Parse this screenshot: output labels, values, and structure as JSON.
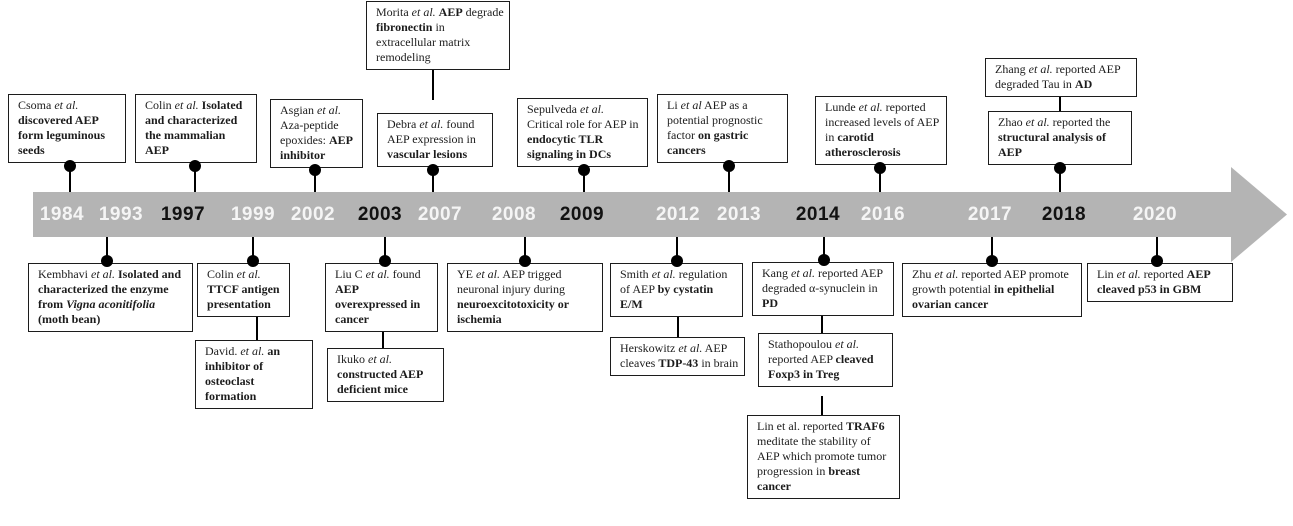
{
  "timeline": {
    "band_color": "#b4b4b4",
    "years": [
      {
        "label": "1984",
        "tone": "light"
      },
      {
        "label": "1993",
        "tone": "light"
      },
      {
        "label": "1997",
        "tone": "dark"
      },
      {
        "label": "1999",
        "tone": "light"
      },
      {
        "label": "2002",
        "tone": "light"
      },
      {
        "label": "2003",
        "tone": "dark"
      },
      {
        "label": "2007",
        "tone": "light"
      },
      {
        "label": "2008",
        "tone": "light"
      },
      {
        "label": "2009",
        "tone": "dark"
      },
      {
        "label": "2012",
        "tone": "light"
      },
      {
        "label": "2013",
        "tone": "light"
      },
      {
        "label": "2014",
        "tone": "dark"
      },
      {
        "label": "2016",
        "tone": "light"
      },
      {
        "label": "2017",
        "tone": "light"
      },
      {
        "label": "2018",
        "tone": "dark"
      },
      {
        "label": "2020",
        "tone": "light"
      }
    ]
  },
  "events": {
    "csoma": {
      "year": "1984",
      "position": "above",
      "segments": [
        {
          "t": "Csoma ",
          "s": "r"
        },
        {
          "t": "et al.",
          "s": "i"
        },
        {
          "t": " ",
          "s": "r"
        },
        {
          "t": "discovered AEP form leguminous seeds",
          "s": "b"
        }
      ]
    },
    "colin_mammalian": {
      "year": "1997",
      "position": "above",
      "segments": [
        {
          "t": "Colin ",
          "s": "r"
        },
        {
          "t": "et al.",
          "s": "i"
        },
        {
          "t": " ",
          "s": "r"
        },
        {
          "t": "Isolated and characterized the mammalian AEP",
          "s": "b"
        }
      ]
    },
    "asgian": {
      "year": "2002",
      "position": "above",
      "segments": [
        {
          "t": "Asgian ",
          "s": "r"
        },
        {
          "t": "et al.",
          "s": "i"
        },
        {
          "t": " Aza-peptide epoxides: ",
          "s": "r"
        },
        {
          "t": "AEP inhibitor",
          "s": "b"
        }
      ]
    },
    "morita": {
      "year": "2007",
      "position": "above-upper",
      "segments": [
        {
          "t": "Morita ",
          "s": "r"
        },
        {
          "t": "et al.",
          "s": "i"
        },
        {
          "t": " ",
          "s": "r"
        },
        {
          "t": "AEP",
          "s": "b"
        },
        {
          "t": " degrade ",
          "s": "r"
        },
        {
          "t": "fibronectin",
          "s": "b"
        },
        {
          "t": " in extracellular matrix remodeling",
          "s": "r"
        }
      ]
    },
    "debra": {
      "year": "2007",
      "position": "above",
      "segments": [
        {
          "t": "Debra ",
          "s": "r"
        },
        {
          "t": "et al.",
          "s": "i"
        },
        {
          "t": " found AEP expression in ",
          "s": "r"
        },
        {
          "t": "vascular lesions",
          "s": "b"
        }
      ]
    },
    "sepulveda": {
      "year": "2009",
      "position": "above",
      "segments": [
        {
          "t": "Sepulveda ",
          "s": "r"
        },
        {
          "t": "et al.",
          "s": "i"
        },
        {
          "t": " Critical role for AEP in ",
          "s": "r"
        },
        {
          "t": "endocytic TLR signaling in DCs",
          "s": "b"
        }
      ]
    },
    "li": {
      "year": "2013",
      "position": "above",
      "segments": [
        {
          "t": "Li ",
          "s": "r"
        },
        {
          "t": "et al",
          "s": "i"
        },
        {
          "t": " AEP as a potential prognostic factor ",
          "s": "r"
        },
        {
          "t": "on gastric cancers",
          "s": "b"
        }
      ]
    },
    "lunde": {
      "year": "2016",
      "position": "above",
      "segments": [
        {
          "t": "Lunde ",
          "s": "r"
        },
        {
          "t": "et al.",
          "s": "i"
        },
        {
          "t": " reported increased levels of AEP in ",
          "s": "r"
        },
        {
          "t": "carotid atherosclerosis",
          "s": "b"
        }
      ]
    },
    "zhang": {
      "year": "2018",
      "position": "above-upper",
      "segments": [
        {
          "t": "Zhang ",
          "s": "r"
        },
        {
          "t": "et al.",
          "s": "i"
        },
        {
          "t": " reported AEP degraded Tau in ",
          "s": "r"
        },
        {
          "t": "AD",
          "s": "b"
        }
      ]
    },
    "zhao": {
      "year": "2018",
      "position": "above",
      "segments": [
        {
          "t": "Zhao ",
          "s": "r"
        },
        {
          "t": "et al.",
          "s": "i"
        },
        {
          "t": " reported the ",
          "s": "r"
        },
        {
          "t": "structural analysis of AEP",
          "s": "b"
        }
      ]
    },
    "kembhavi": {
      "year": "1993",
      "position": "below",
      "segments": [
        {
          "t": "Kembhavi ",
          "s": "r"
        },
        {
          "t": "et al.",
          "s": "i"
        },
        {
          "t": " ",
          "s": "r"
        },
        {
          "t": "Isolated and characterized the enzyme from ",
          "s": "b"
        },
        {
          "t": "Vigna aconitifolia",
          "s": "bi"
        },
        {
          "t": " (moth bean)",
          "s": "b"
        }
      ]
    },
    "colin_ttcf": {
      "year": "1999",
      "position": "below",
      "segments": [
        {
          "t": "Colin ",
          "s": "r"
        },
        {
          "t": "et al.",
          "s": "i"
        },
        {
          "t": " ",
          "s": "r"
        },
        {
          "t": "TTCF antigen presentation",
          "s": "b"
        }
      ]
    },
    "david": {
      "year": "1999",
      "position": "below-lower",
      "segments": [
        {
          "t": "David. ",
          "s": "r"
        },
        {
          "t": "et al.",
          "s": "i"
        },
        {
          "t": " ",
          "s": "r"
        },
        {
          "t": "an inhibitor of osteoclast formation",
          "s": "b"
        }
      ]
    },
    "liu_c": {
      "year": "2003",
      "position": "below",
      "segments": [
        {
          "t": "Liu C ",
          "s": "r"
        },
        {
          "t": "et al.",
          "s": "i"
        },
        {
          "t": " found ",
          "s": "r"
        },
        {
          "t": "AEP overexpressed in cancer",
          "s": "b"
        }
      ]
    },
    "ikuko": {
      "year": "2003",
      "position": "below-lower",
      "segments": [
        {
          "t": "Ikuko ",
          "s": "r"
        },
        {
          "t": "et al.",
          "s": "i"
        },
        {
          "t": " ",
          "s": "r"
        },
        {
          "t": "constructed AEP deficient mice",
          "s": "b"
        }
      ]
    },
    "ye": {
      "year": "2008",
      "position": "below",
      "segments": [
        {
          "t": "YE ",
          "s": "r"
        },
        {
          "t": "et al.",
          "s": "i"
        },
        {
          "t": " AEP trigged neuronal injury during ",
          "s": "r"
        },
        {
          "t": "neuroexcitotoxicity or ischemia",
          "s": "b"
        }
      ]
    },
    "smith": {
      "year": "2012",
      "position": "below",
      "segments": [
        {
          "t": "Smith ",
          "s": "r"
        },
        {
          "t": "et al.",
          "s": "i"
        },
        {
          "t": " regulation of AEP ",
          "s": "r"
        },
        {
          "t": "by cystatin E/M",
          "s": "b"
        }
      ]
    },
    "herskowitz": {
      "year": "2012",
      "position": "below-lower",
      "segments": [
        {
          "t": "Herskowitz ",
          "s": "r"
        },
        {
          "t": "et al.",
          "s": "i"
        },
        {
          "t": " AEP cleaves ",
          "s": "r"
        },
        {
          "t": "TDP-43",
          "s": "b"
        },
        {
          "t": " in brain",
          "s": "r"
        }
      ]
    },
    "kang": {
      "year": "2014",
      "position": "below",
      "segments": [
        {
          "t": "Kang ",
          "s": "r"
        },
        {
          "t": "et al.",
          "s": "i"
        },
        {
          "t": " reported AEP degraded α-synuclein in ",
          "s": "r"
        },
        {
          "t": "PD",
          "s": "b"
        }
      ]
    },
    "stathopoulou": {
      "year": "2014",
      "position": "below-lower",
      "segments": [
        {
          "t": "Stathopoulou ",
          "s": "r"
        },
        {
          "t": "et al.",
          "s": "i"
        },
        {
          "t": " reported AEP ",
          "s": "r"
        },
        {
          "t": "cleaved Foxp3 in Treg",
          "s": "b"
        }
      ]
    },
    "lin_traf6": {
      "year": "2014",
      "position": "below-lowest",
      "segments": [
        {
          "t": "Lin et al. reported ",
          "s": "r"
        },
        {
          "t": "TRAF6",
          "s": "b"
        },
        {
          "t": " meditate the stability of AEP which promote tumor progression in ",
          "s": "r"
        },
        {
          "t": "breast cancer",
          "s": "b"
        }
      ]
    },
    "zhu": {
      "year": "2017",
      "position": "below",
      "segments": [
        {
          "t": "Zhu ",
          "s": "r"
        },
        {
          "t": "et al.",
          "s": "i"
        },
        {
          "t": " reported AEP promote growth potential ",
          "s": "r"
        },
        {
          "t": "in epithelial ovarian cancer",
          "s": "b"
        }
      ]
    },
    "lin_gbm": {
      "year": "2020",
      "position": "below",
      "segments": [
        {
          "t": "Lin ",
          "s": "r"
        },
        {
          "t": "et al.",
          "s": "i"
        },
        {
          "t": " reported ",
          "s": "r"
        },
        {
          "t": "AEP cleaved p53 in GBM",
          "s": "b"
        }
      ]
    }
  }
}
